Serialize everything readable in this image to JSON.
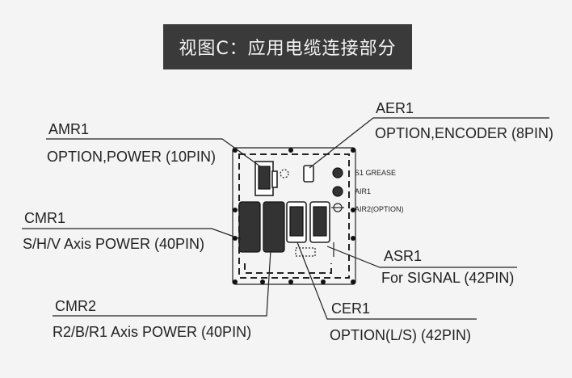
{
  "title": "视图C：应用电缆连接部分",
  "callouts": {
    "amr1": {
      "code": "AMR1",
      "desc": "OPTION,POWER (10PIN)"
    },
    "aer1": {
      "code": "AER1",
      "desc": "OPTION,ENCODER (8PIN)"
    },
    "cmr1": {
      "code": "CMR1",
      "desc": "S/H/V Axis POWER (40PIN)"
    },
    "asr1": {
      "code": "ASR1",
      "desc": "For SIGNAL (42PIN)"
    },
    "cmr2": {
      "code": "CMR2",
      "desc": "R2/B/R1 Axis POWER (40PIN)"
    },
    "cer1": {
      "code": "CER1",
      "desc": "OPTION(L/S) (42PIN)"
    }
  },
  "ports": {
    "s1_grease": "S1 GREASE",
    "air1": "AIR1",
    "air2": "AIR2(OPTION)"
  }
}
